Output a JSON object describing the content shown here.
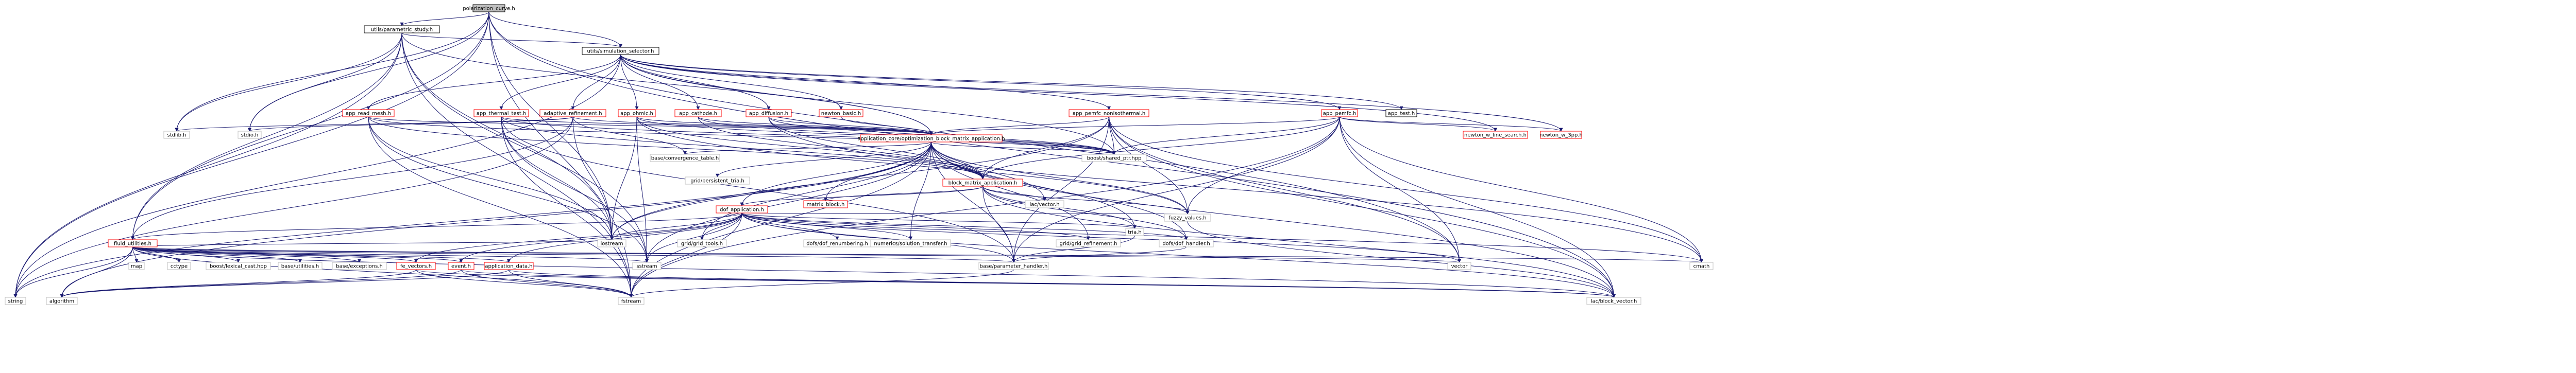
{
  "colors": {
    "edge": "#191970",
    "root_fill": "#bfbfbf",
    "node_fill": "#ffffff",
    "black_border": "#000000",
    "red_border": "#ff0000",
    "grey_border": "#bfbfbf"
  },
  "nodes": [
    {
      "id": "pc",
      "label": "polarization_curve.h",
      "border": "black",
      "root": true
    },
    {
      "id": "pstudy",
      "label": "utils/parametric_study.h",
      "border": "black"
    },
    {
      "id": "simsel",
      "label": "utils/simulation_selector.h",
      "border": "black"
    },
    {
      "id": "adapt",
      "label": "adaptive_refinement.h",
      "border": "red"
    },
    {
      "id": "readmesh",
      "label": "app_read_mesh.h",
      "border": "red"
    },
    {
      "id": "thermal",
      "label": "app_thermal_test.h",
      "border": "red"
    },
    {
      "id": "ohmic",
      "label": "app_ohmic.h",
      "border": "red"
    },
    {
      "id": "cathode",
      "label": "app_cathode.h",
      "border": "red"
    },
    {
      "id": "diffusion",
      "label": "app_diffusion.h",
      "border": "red"
    },
    {
      "id": "newton_basic",
      "label": "newton_basic.h",
      "border": "red"
    },
    {
      "id": "pemfc_nonis",
      "label": "app_pemfc_nonisothermal.h",
      "border": "red"
    },
    {
      "id": "pemfc",
      "label": "app_pemfc.h",
      "border": "red"
    },
    {
      "id": "apptest",
      "label": "app_test.h",
      "border": "black"
    },
    {
      "id": "nls",
      "label": "newton_w_line_search.h",
      "border": "red"
    },
    {
      "id": "n3pp",
      "label": "newton_w_3pp.h",
      "border": "red"
    },
    {
      "id": "stdio",
      "label": "stdio.h",
      "border": "grey"
    },
    {
      "id": "stdlib",
      "label": "stdlib.h",
      "border": "grey"
    },
    {
      "id": "string",
      "label": "string",
      "border": "grey"
    },
    {
      "id": "acoh",
      "label": "application_core/optimization_block_matrix_application.h",
      "border": "red"
    },
    {
      "id": "bmapp",
      "label": "block_matrix_application.h",
      "border": "red"
    },
    {
      "id": "convtable",
      "label": "base/convergence_table.h",
      "border": "grey"
    },
    {
      "id": "gridpersist",
      "label": "grid/persistent_tria.h",
      "border": "grey"
    },
    {
      "id": "boostshared",
      "label": "boost/shared_ptr.hpp",
      "border": "grey"
    },
    {
      "id": "matrixblock",
      "label": "matrix_block.h",
      "border": "red"
    },
    {
      "id": "lacvector",
      "label": "lac/vector.h",
      "border": "grey"
    },
    {
      "id": "dofapp",
      "label": "dof_application.h",
      "border": "red"
    },
    {
      "id": "fluid",
      "label": "fluid_utilities.h",
      "border": "red"
    },
    {
      "id": "gridbox",
      "label": "grid/grid_tools.h",
      "border": "grey"
    },
    {
      "id": "dofsren",
      "label": "dofs/dof_renumbering.h",
      "border": "grey"
    },
    {
      "id": "numsol",
      "label": "numerics/solution_transfer.h",
      "border": "grey"
    },
    {
      "id": "gridrefine",
      "label": "grid/grid_refinement.h",
      "border": "grey"
    },
    {
      "id": "tria",
      "label": "tria.h",
      "border": "grey"
    },
    {
      "id": "dofhandler",
      "label": "dofs/dof_handler.h",
      "border": "grey"
    },
    {
      "id": "fullmatrix",
      "label": "fuzzy_values.h",
      "border": "grey"
    },
    {
      "id": "iostream",
      "label": "iostream",
      "border": "grey"
    },
    {
      "id": "sstream",
      "label": "sstream",
      "border": "grey"
    },
    {
      "id": "map",
      "label": "map",
      "border": "grey"
    },
    {
      "id": "cctype",
      "label": "cctype",
      "border": "grey"
    },
    {
      "id": "lexcast",
      "label": "boost/lexical_cast.hpp",
      "border": "grey"
    },
    {
      "id": "baseutil",
      "label": "base/utilities.h",
      "border": "grey"
    },
    {
      "id": "baseexc",
      "label": "base/exceptions.h",
      "border": "grey"
    },
    {
      "id": "fevector",
      "label": "fe_vectors.h",
      "border": "red"
    },
    {
      "id": "eventh",
      "label": "event.h",
      "border": "red"
    },
    {
      "id": "appdata",
      "label": "application_data.h",
      "border": "red"
    },
    {
      "id": "algorithm",
      "label": "algorithm",
      "border": "grey"
    },
    {
      "id": "fstream",
      "label": "fstream",
      "border": "grey"
    },
    {
      "id": "paramhandler",
      "label": "base/parameter_handler.h",
      "border": "grey"
    },
    {
      "id": "vector",
      "label": "vector",
      "border": "grey"
    },
    {
      "id": "cmath",
      "label": "cmath",
      "border": "grey"
    },
    {
      "id": "lacblock",
      "label": "lac/block_vector.h",
      "border": "grey"
    }
  ],
  "edges": [
    [
      "pc",
      "pstudy"
    ],
    [
      "pc",
      "simsel"
    ],
    [
      "pc",
      "stdio"
    ],
    [
      "pc",
      "stdlib"
    ],
    [
      "pc",
      "string"
    ],
    [
      "pc",
      "fluid"
    ],
    [
      "pc",
      "iostream"
    ],
    [
      "pc",
      "fstream"
    ],
    [
      "pc",
      "lacblock"
    ],
    [
      "pc",
      "vector"
    ],
    [
      "pstudy",
      "simsel"
    ],
    [
      "pstudy",
      "stdio"
    ],
    [
      "pstudy",
      "stdlib"
    ],
    [
      "pstudy",
      "acoh"
    ],
    [
      "pstudy",
      "fluid"
    ],
    [
      "pstudy",
      "string"
    ],
    [
      "pstudy",
      "sstream"
    ],
    [
      "pstudy",
      "fstream"
    ],
    [
      "pstudy",
      "iostream"
    ],
    [
      "simsel",
      "adapt"
    ],
    [
      "simsel",
      "readmesh"
    ],
    [
      "simsel",
      "thermal"
    ],
    [
      "simsel",
      "ohmic"
    ],
    [
      "simsel",
      "cathode"
    ],
    [
      "simsel",
      "diffusion"
    ],
    [
      "simsel",
      "newton_basic"
    ],
    [
      "simsel",
      "pemfc_nonis"
    ],
    [
      "simsel",
      "pemfc"
    ],
    [
      "simsel",
      "apptest"
    ],
    [
      "simsel",
      "nls"
    ],
    [
      "simsel",
      "n3pp"
    ],
    [
      "simsel",
      "boostshared"
    ],
    [
      "simsel",
      "string"
    ],
    [
      "simsel",
      "acoh"
    ],
    [
      "adapt",
      "stdio"
    ],
    [
      "adapt",
      "stdlib"
    ],
    [
      "adapt",
      "acoh"
    ],
    [
      "adapt",
      "convtable"
    ],
    [
      "adapt",
      "fluid"
    ],
    [
      "adapt",
      "string"
    ],
    [
      "adapt",
      "iostream"
    ],
    [
      "readmesh",
      "acoh"
    ],
    [
      "readmesh",
      "bmapp"
    ],
    [
      "readmesh",
      "iostream"
    ],
    [
      "readmesh",
      "fstream"
    ],
    [
      "readmesh",
      "sstream"
    ],
    [
      "readmesh",
      "boostshared"
    ],
    [
      "thermal",
      "acoh"
    ],
    [
      "thermal",
      "bmapp"
    ],
    [
      "thermal",
      "boostshared"
    ],
    [
      "thermal",
      "fstream"
    ],
    [
      "thermal",
      "sstream"
    ],
    [
      "thermal",
      "iostream"
    ],
    [
      "thermal",
      "paramhandler"
    ],
    [
      "ohmic",
      "acoh"
    ],
    [
      "ohmic",
      "bmapp"
    ],
    [
      "ohmic",
      "boostshared"
    ],
    [
      "ohmic",
      "fullmatrix"
    ],
    [
      "ohmic",
      "sstream"
    ],
    [
      "ohmic",
      "iostream"
    ],
    [
      "cathode",
      "acoh"
    ],
    [
      "cathode",
      "bmapp"
    ],
    [
      "cathode",
      "boostshared"
    ],
    [
      "diffusion",
      "acoh"
    ],
    [
      "diffusion",
      "bmapp"
    ],
    [
      "diffusion",
      "boostshared"
    ],
    [
      "diffusion",
      "cmath"
    ],
    [
      "newton_basic",
      "acoh"
    ],
    [
      "pemfc_nonis",
      "acoh"
    ],
    [
      "pemfc_nonis",
      "bmapp"
    ],
    [
      "pemfc_nonis",
      "boostshared"
    ],
    [
      "pemfc_nonis",
      "fullmatrix"
    ],
    [
      "pemfc_nonis",
      "cmath"
    ],
    [
      "pemfc_nonis",
      "vector"
    ],
    [
      "pemfc_nonis",
      "paramhandler"
    ],
    [
      "pemfc_nonis",
      "lacblock"
    ],
    [
      "pemfc_nonis",
      "iostream"
    ],
    [
      "pemfc",
      "acoh"
    ],
    [
      "pemfc",
      "bmapp"
    ],
    [
      "pemfc",
      "boostshared"
    ],
    [
      "pemfc",
      "fullmatrix"
    ],
    [
      "pemfc",
      "cmath"
    ],
    [
      "pemfc",
      "vector"
    ],
    [
      "pemfc",
      "paramhandler"
    ],
    [
      "pemfc",
      "lacblock"
    ],
    [
      "pemfc",
      "fstream"
    ],
    [
      "pemfc",
      "nls"
    ],
    [
      "pemfc",
      "n3pp"
    ],
    [
      "acoh",
      "bmapp"
    ],
    [
      "acoh",
      "convtable"
    ],
    [
      "acoh",
      "gridpersist"
    ],
    [
      "acoh",
      "boostshared"
    ],
    [
      "acoh",
      "dofapp"
    ],
    [
      "acoh",
      "matrixblock"
    ],
    [
      "acoh",
      "lacvector"
    ],
    [
      "acoh",
      "tria"
    ],
    [
      "acoh",
      "dofhandler"
    ],
    [
      "acoh",
      "fullmatrix"
    ],
    [
      "acoh",
      "gridbox"
    ],
    [
      "acoh",
      "gridrefine"
    ],
    [
      "acoh",
      "numsol"
    ],
    [
      "acoh",
      "iostream"
    ],
    [
      "acoh",
      "sstream"
    ],
    [
      "acoh",
      "fstream"
    ],
    [
      "acoh",
      "string"
    ],
    [
      "acoh",
      "algorithm"
    ],
    [
      "acoh",
      "lacblock"
    ],
    [
      "acoh",
      "paramhandler"
    ],
    [
      "bmapp",
      "dofapp"
    ],
    [
      "bmapp",
      "matrixblock"
    ],
    [
      "bmapp",
      "lacvector"
    ],
    [
      "bmapp",
      "tria"
    ],
    [
      "bmapp",
      "dofhandler"
    ],
    [
      "bmapp",
      "fullmatrix"
    ],
    [
      "bmapp",
      "paramhandler"
    ],
    [
      "bmapp",
      "lacblock"
    ],
    [
      "dofapp",
      "fluid"
    ],
    [
      "dofapp",
      "gridbox"
    ],
    [
      "dofapp",
      "dofsren"
    ],
    [
      "dofapp",
      "numsol"
    ],
    [
      "dofapp",
      "gridrefine"
    ],
    [
      "dofapp",
      "tria"
    ],
    [
      "dofapp",
      "dofhandler"
    ],
    [
      "dofapp",
      "fullmatrix"
    ],
    [
      "dofapp",
      "iostream"
    ],
    [
      "dofapp",
      "sstream"
    ],
    [
      "dofapp",
      "fevector"
    ],
    [
      "dofapp",
      "eventh"
    ],
    [
      "dofapp",
      "appdata"
    ],
    [
      "dofapp",
      "fstream"
    ],
    [
      "dofapp",
      "paramhandler"
    ],
    [
      "dofapp",
      "lacblock"
    ],
    [
      "dofapp",
      "vector"
    ],
    [
      "dofapp",
      "cmath"
    ],
    [
      "fluid",
      "string"
    ],
    [
      "fluid",
      "map"
    ],
    [
      "fluid",
      "cctype"
    ],
    [
      "fluid",
      "lexcast"
    ],
    [
      "fluid",
      "baseutil"
    ],
    [
      "fluid",
      "baseexc"
    ],
    [
      "fluid",
      "fevector"
    ],
    [
      "fluid",
      "eventh"
    ],
    [
      "fluid",
      "appdata"
    ],
    [
      "fluid",
      "algorithm"
    ],
    [
      "fluid",
      "fstream"
    ],
    [
      "fluid",
      "iostream"
    ],
    [
      "fluid",
      "sstream"
    ],
    [
      "fluid",
      "vector"
    ],
    [
      "fluid",
      "paramhandler"
    ],
    [
      "fluid",
      "lacblock"
    ],
    [
      "fluid",
      "cmath"
    ],
    [
      "fevector",
      "fstream"
    ],
    [
      "fevector",
      "lacblock"
    ],
    [
      "fevector",
      "algorithm"
    ],
    [
      "eventh",
      "fstream"
    ],
    [
      "eventh",
      "algorithm"
    ],
    [
      "eventh",
      "lacblock"
    ],
    [
      "appdata",
      "algorithm"
    ],
    [
      "appdata",
      "fstream"
    ],
    [
      "appdata",
      "lacblock"
    ],
    [
      "tria",
      "paramhandler"
    ],
    [
      "dofhandler",
      "paramhandler"
    ],
    [
      "fullmatrix",
      "lacblock"
    ],
    [
      "paramhandler",
      "fstream"
    ]
  ]
}
